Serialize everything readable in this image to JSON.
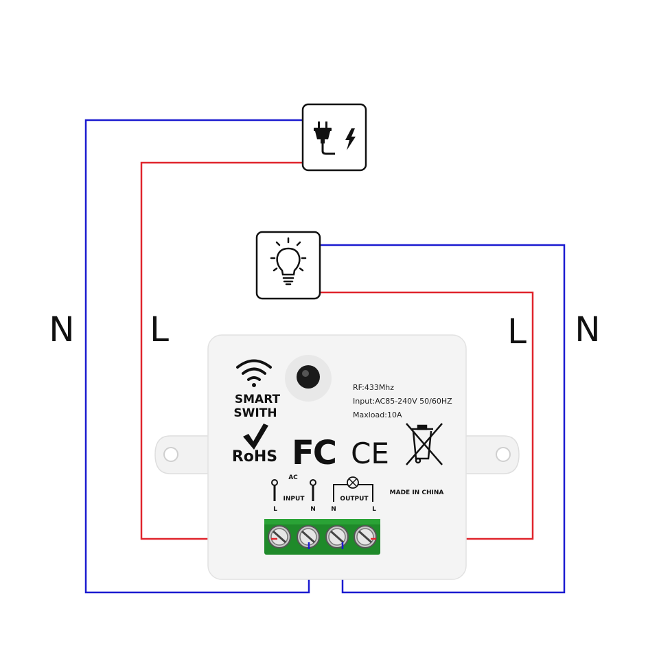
{
  "wire_labels": {
    "left_outer": "N",
    "left_inner": "L",
    "right_inner": "L",
    "right_outer": "N"
  },
  "device": {
    "brand_line1": "SMART",
    "brand_line2": "SWITH",
    "spec_rf": "RF:433Mhz",
    "spec_input": "Input:AC85-240V 50/60HZ",
    "spec_maxload": "Maxload:10A",
    "rohs": "RoHS",
    "fc": "FC",
    "ce": "CE",
    "made_in": "MADE IN CHINA",
    "ac_label": "AC",
    "input_label": "INPUT",
    "output_label": "OUTPUT",
    "input_l": "L",
    "input_n": "N",
    "output_n": "N",
    "output_l": "L"
  },
  "icons": {
    "power": "power-plug-lightning-icon",
    "lamp": "light-bulb-icon",
    "wifi": "wifi-icon",
    "recycle": "crossed-out-bin-icon"
  },
  "colors": {
    "neutral_wire": "#1a1ad0",
    "live_wire": "#e0242c",
    "terminal_green": "#1f8a2a",
    "device_body": "#f4f4f4"
  }
}
